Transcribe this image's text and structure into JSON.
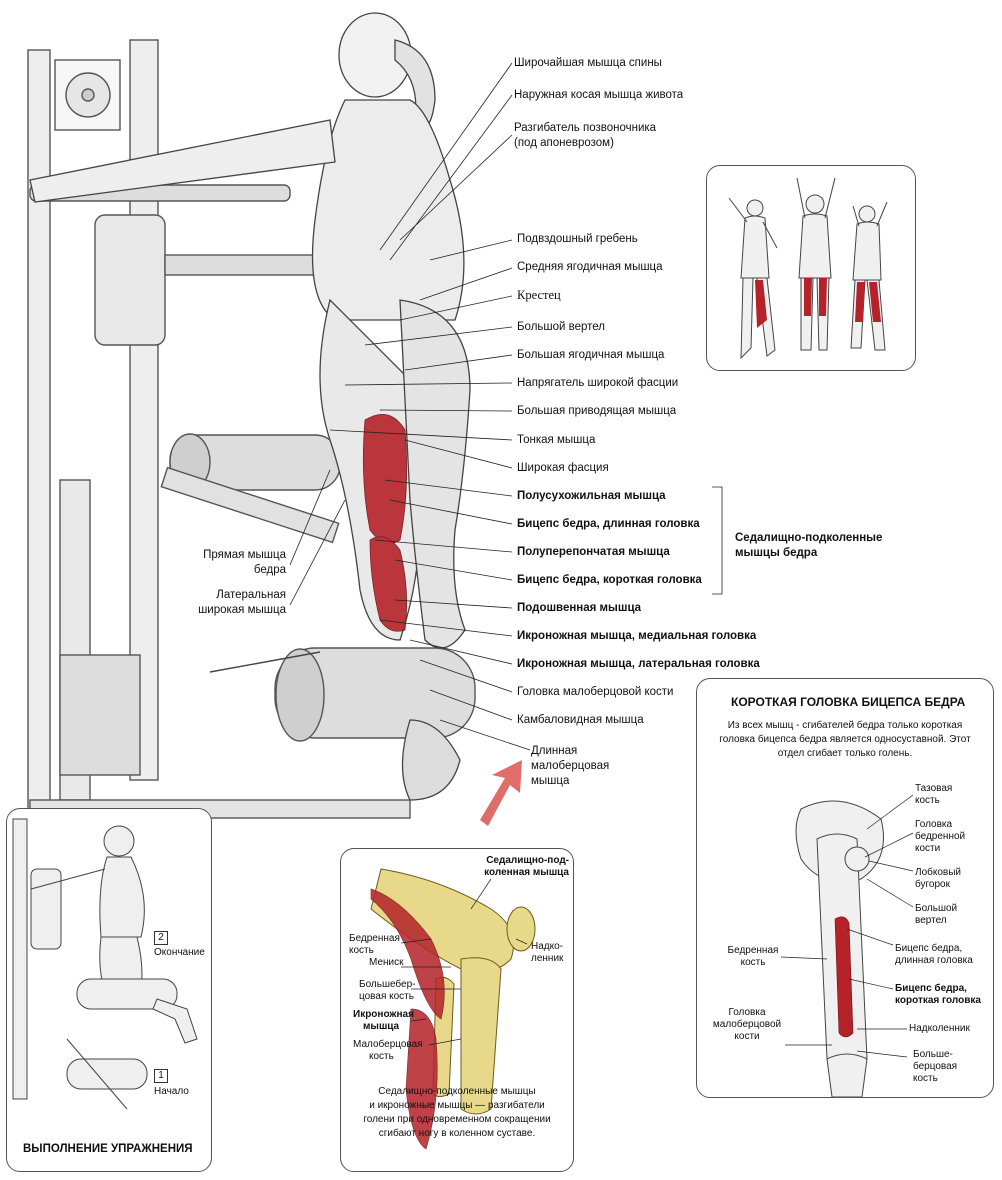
{
  "main_labels": [
    "Широчайшая мышца спины",
    "Наружная косая мышца живота",
    "Разгибатель позвоночника",
    "(под апоневрозом)",
    "Подвздошный гребень",
    "Средняя ягодичная мышца",
    "Крестец",
    "Большой вертел",
    "Большая ягодичная мышца",
    "Напрягатель широкой фасции",
    "Большая приводящая мышца",
    "Тонкая мышца",
    "Широкая фасция",
    "Полусухожильная мышца",
    "Бицепс бедра, длинная головка",
    "Полуперепончатая мышца",
    "Бицепс бедра, короткая головка",
    "Подошвенная мышца",
    "Икроножная мышца, медиальная головка",
    "Икроножная мышца, латеральная головка",
    "Головка малоберцовой кости",
    "Камбаловидная мышца",
    "Длинная",
    "малоберцовая",
    "мышца"
  ],
  "group_label": [
    "Седалищно-подколенные",
    "мышцы бедра"
  ],
  "left_labels": [
    "Прямая мышца",
    "бедра",
    "Латеральная",
    "широкая мышца"
  ],
  "exercise_panel": {
    "step2_num": "2",
    "step2_label": "Окончание",
    "step1_num": "1",
    "step1_label": "Начало",
    "title": "ВЫПОЛНЕНИЕ УПРАЖНЕНИЯ"
  },
  "knee_panel": {
    "labels": [
      "Седалищно-под-",
      "коленная мышца",
      "Бедренная",
      "кость",
      "Мениск",
      "Надко-",
      "ленник",
      "Большебер-",
      "цовая кость",
      "Икроножная",
      "мышца",
      "Малоберцовая",
      "кость"
    ],
    "caption": [
      "Седалищно-подколенные   мышцы",
      "и икроножные мышцы — разгибатели",
      "голени при одновременном сокращении",
      "сгибают ногу в коленном суставе."
    ]
  },
  "short_head_panel": {
    "title": "КОРОТКАЯ ГОЛОВКА БИЦЕПСА БЕДРА",
    "description": [
      "Из всех мышц - сгибателей бедра только короткая",
      "головка бицепса бедра является односуставной. Этот",
      "отдел сгибает только голень."
    ],
    "right_labels": [
      "Тазовая",
      "кость",
      "Головка",
      "бедренной",
      "кости",
      "Лобковый",
      "бугорок",
      "Большой",
      "вертел",
      "Бицепс бедра,",
      "длинная головка",
      "Бицепс бедра,",
      "короткая головка",
      "Надколенник",
      "Больше-",
      "берцовая",
      "кость"
    ],
    "left_labels": [
      "Бедренная",
      "кость",
      "Головка",
      "малоберцовой",
      "кости"
    ]
  },
  "colors": {
    "muscle_red": "#b5222a",
    "bone_yellow": "#e8d98a",
    "arrow_red": "#d9534f",
    "line": "#222222"
  }
}
